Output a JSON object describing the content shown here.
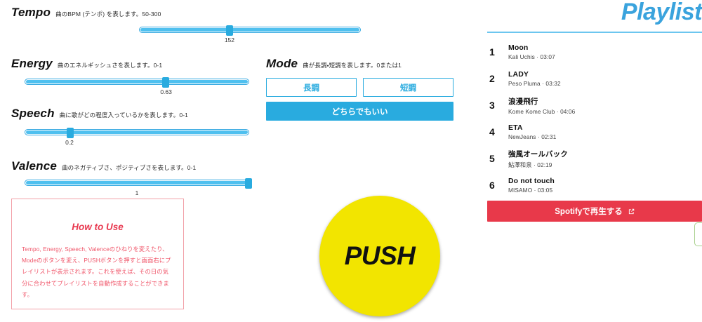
{
  "controls": {
    "tempo": {
      "title": "Tempo",
      "desc": "曲のBPM (テンポ) を表します。50-300",
      "value": "152",
      "min": 50,
      "max": 300,
      "numeric": 152
    },
    "energy": {
      "title": "Energy",
      "desc": "曲のエネルギッシュさを表します。0-1",
      "value": "0.63",
      "min": 0,
      "max": 1,
      "numeric": 0.63
    },
    "speech": {
      "title": "Speech",
      "desc": "曲に歌がどの程度入っているかを表します。0-1",
      "value": "0.2",
      "min": 0,
      "max": 1,
      "numeric": 0.2
    },
    "valence": {
      "title": "Valence",
      "desc": "曲のネガティブさ、ポジティブさを表します。0-1",
      "value": "1",
      "min": 0,
      "max": 1,
      "numeric": 1
    }
  },
  "mode": {
    "title": "Mode",
    "desc": "曲が長調・短調を表します。0または1",
    "major_label": "長調",
    "minor_label": "短調",
    "any_label": "どちらでもいい",
    "selected": "any"
  },
  "howto": {
    "title": "How to Use",
    "body": "Tempo, Energy, Speech, Valenceのひねりを変えたり、Modeのボタンを変え、PUSHボタンを押すと画面右にプレイリストが表示されます。これを使えば、その日の気分に合わせてプレイリストを自動作成することができます。"
  },
  "push": {
    "label": "PUSH"
  },
  "playlist": {
    "title": "Playlist",
    "tracks": [
      {
        "num": "1",
        "name": "Moon",
        "meta": "Kali Uchis · 03:07"
      },
      {
        "num": "2",
        "name": "LADY",
        "meta": "Peso Pluma · 03:32"
      },
      {
        "num": "3",
        "name": "浪漫飛行",
        "meta": "Kome Kome Club · 04:06"
      },
      {
        "num": "4",
        "name": "ETA",
        "meta": "NewJeans · 02:31"
      },
      {
        "num": "5",
        "name": "強風オールバック",
        "meta": "鮎澤和泉 · 02:19"
      },
      {
        "num": "6",
        "name": "Do not touch",
        "meta": "MISAMO · 03:05"
      }
    ],
    "spotify_button": "Spotifyで再生する"
  },
  "colors": {
    "accent_blue": "#29abdf",
    "title_blue": "#3aa3dd",
    "push_yellow": "#f2e500",
    "spotify_red": "#e8394a",
    "howto_red": "#f0566a",
    "green_outline": "#a9d18e"
  }
}
